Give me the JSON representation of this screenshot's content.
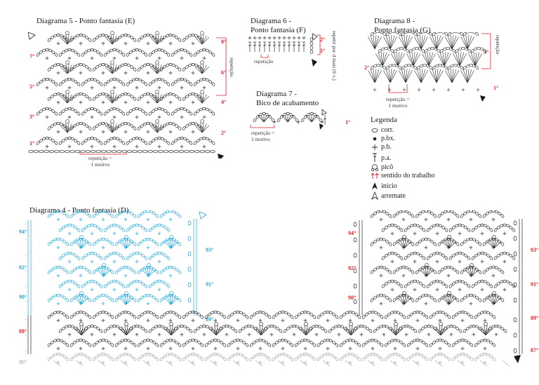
{
  "diagram5": {
    "title": "Diagrama 5 - Ponto fantasia (E)",
    "rows_left": [
      "1°",
      "3°",
      "5°",
      "7°"
    ],
    "rows_right": [
      "2°",
      "4°",
      "6°",
      "8°"
    ],
    "repeat_label": "repetição",
    "motif_label_1": "repetição =",
    "motif_label_2": "1 motivo"
  },
  "diagram6": {
    "title_1": "Diagrama 6 -",
    "title_2": "Ponto fantasia (F)",
    "rows": [
      "1°",
      "2°"
    ],
    "repeat_label": "repetição",
    "repeat_more": "repetir por d mais (6 v.)"
  },
  "diagram7": {
    "title_1": "Diagrama 7 -",
    "title_2": "Bico de acabamento",
    "row": "1°",
    "motif_label_1": "repetição =",
    "motif_label_2": "1 motivo"
  },
  "diagram8": {
    "title_1": "Diagrama 8 -",
    "title_2": "Ponto fantasia (G)",
    "rows": [
      "1°",
      "2°",
      "3°"
    ],
    "repeat_label": "repetição",
    "motif_label_1": "repetição =",
    "motif_label_2": "1 motivo"
  },
  "legend": {
    "title": "Legenda",
    "items": [
      {
        "icon": "chain-icon",
        "label": "corr."
      },
      {
        "icon": "slip-stitch-icon",
        "label": "p.bx."
      },
      {
        "icon": "single-crochet-icon",
        "label": "p.b."
      },
      {
        "icon": "double-crochet-icon",
        "label": "p.a."
      },
      {
        "icon": "picot-icon",
        "label": "picô"
      },
      {
        "icon": "direction-arrows-icon",
        "label": "sentido do trabalho"
      },
      {
        "icon": "start-arrow-icon",
        "label": "início"
      },
      {
        "icon": "finish-arrow-icon",
        "label": "arremate"
      }
    ]
  },
  "diagram4": {
    "title": "Diagrama 4 - Ponto fantasia (D)",
    "left_rows_blue": [
      "94°",
      "92°",
      "90°"
    ],
    "left_rows_red": [
      "88°"
    ],
    "left_rows_gray": [
      "86°"
    ],
    "mid_rows_blue": [
      "93°",
      "91°",
      "89°"
    ],
    "right_rows_left": [
      "94°",
      "92°",
      "90°"
    ],
    "right_rows_right": [
      "93°",
      "91°",
      "89°",
      "87°"
    ]
  },
  "colors": {
    "red": "#e0202a",
    "blue": "#22a7dc",
    "ink": "#2b2b2b",
    "gray": "#a6a6a6"
  }
}
